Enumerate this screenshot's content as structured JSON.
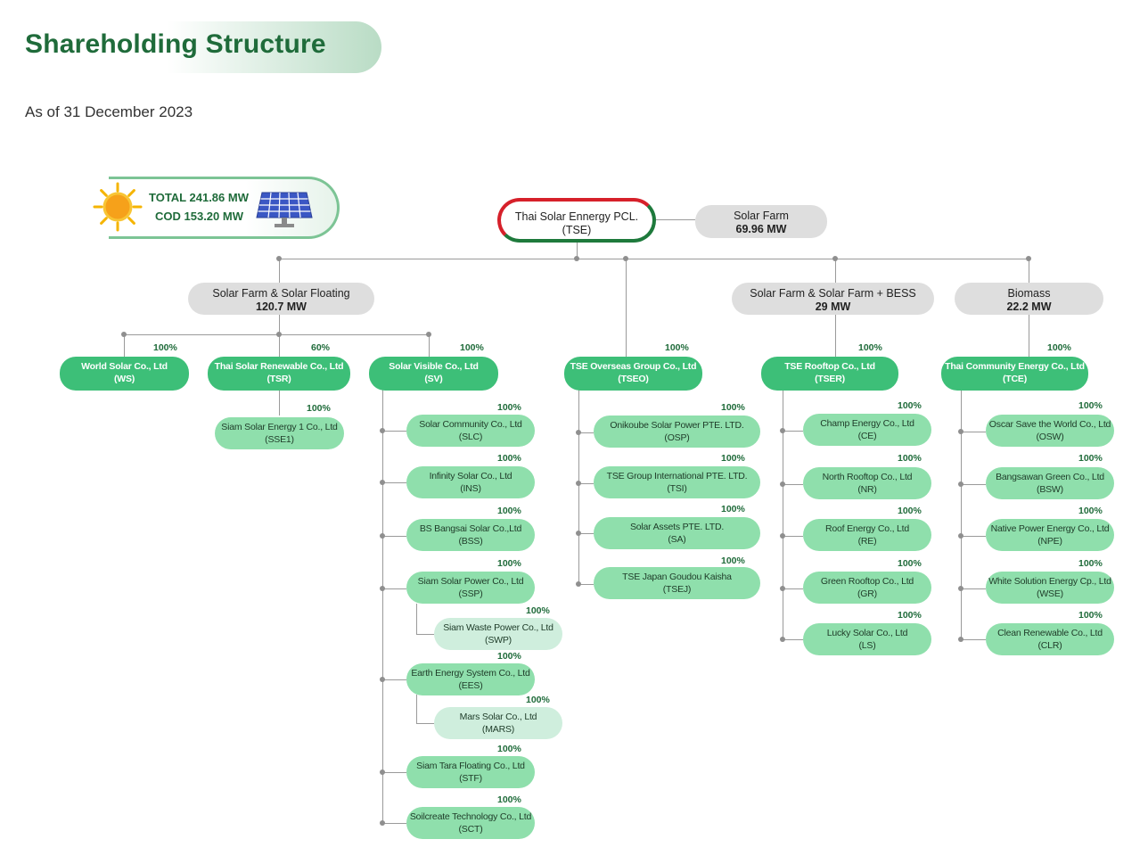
{
  "header": {
    "title": "Shareholding Structure",
    "subtitle": "As of 31 December 2023"
  },
  "summary": {
    "total": "TOTAL 241.86 MW",
    "cod": "COD 153.20 MW",
    "icons": [
      "sun-icon",
      "solar-panel-icon"
    ]
  },
  "root": {
    "name": "Thai Solar Ennergy PCL.",
    "code": "(TSE)"
  },
  "root_category": {
    "name": "Solar Farm",
    "capacity": "69.96 MW"
  },
  "categories": [
    {
      "name": "Solar Farm & Solar Floating",
      "capacity": "120.7 MW"
    },
    {
      "name": "Solar Farm & Solar Farm + BESS",
      "capacity": "29 MW"
    },
    {
      "name": "Biomass",
      "capacity": "22.2 MW"
    }
  ],
  "companies": [
    {
      "name": "World Solar Co., Ltd",
      "code": "(WS)",
      "pct": "100%"
    },
    {
      "name": "Thai Solar Renewable Co., Ltd",
      "code": "(TSR)",
      "pct": "60%"
    },
    {
      "name": "Siam Solar Energy 1 Co., Ltd",
      "code": "(SSE1)",
      "pct": "100%"
    },
    {
      "name": "Solar Visible Co., Ltd",
      "code": "(SV)",
      "pct": "100%"
    },
    {
      "name": "Solar Community Co., Ltd",
      "code": "(SLC)",
      "pct": "100%"
    },
    {
      "name": "Infinity Solar Co., Ltd",
      "code": "(INS)",
      "pct": "100%"
    },
    {
      "name": "BS Bangsai Solar Co.,Ltd",
      "code": "(BSS)",
      "pct": "100%"
    },
    {
      "name": "Siam Solar Power Co., Ltd",
      "code": "(SSP)",
      "pct": "100%"
    },
    {
      "name": "Siam Waste Power Co., Ltd",
      "code": "(SWP)",
      "pct": "100%"
    },
    {
      "name": "Earth Energy System Co., Ltd",
      "code": "(EES)",
      "pct": "100%"
    },
    {
      "name": "Mars Solar Co., Ltd",
      "code": "(MARS)",
      "pct": "100%"
    },
    {
      "name": "Siam Tara Floating Co., Ltd",
      "code": "(STF)",
      "pct": "100%"
    },
    {
      "name": "Soilcreate Technology Co., Ltd",
      "code": "(SCT)",
      "pct": "100%"
    },
    {
      "name": "TSE Overseas Group Co., Ltd",
      "code": "(TSEO)",
      "pct": "100%"
    },
    {
      "name": "Onikoube Solar Power PTE. LTD.",
      "code": "(OSP)",
      "pct": "100%"
    },
    {
      "name": "TSE Group International PTE. LTD.",
      "code": "(TSI)",
      "pct": "100%"
    },
    {
      "name": "Solar Assets PTE. LTD.",
      "code": "(SA)",
      "pct": "100%"
    },
    {
      "name": "TSE Japan Goudou Kaisha",
      "code": "(TSEJ)",
      "pct": "100%"
    },
    {
      "name": "TSE Rooftop Co., Ltd",
      "code": "(TSER)",
      "pct": "100%"
    },
    {
      "name": "Champ Energy Co., Ltd",
      "code": "(CE)",
      "pct": "100%"
    },
    {
      "name": "North Rooftop Co., Ltd",
      "code": "(NR)",
      "pct": "100%"
    },
    {
      "name": "Roof Energy Co., Ltd",
      "code": "(RE)",
      "pct": "100%"
    },
    {
      "name": "Green Rooftop Co., Ltd",
      "code": "(GR)",
      "pct": "100%"
    },
    {
      "name": "Lucky Solar Co., Ltd",
      "code": "(LS)",
      "pct": "100%"
    },
    {
      "name": "Thai Community Energy Co., Ltd",
      "code": "(TCE)",
      "pct": "100%"
    },
    {
      "name": "Oscar Save the World Co., Ltd",
      "code": "(OSW)",
      "pct": "100%"
    },
    {
      "name": "Bangsawan Green Co., Ltd",
      "code": "(BSW)",
      "pct": "100%"
    },
    {
      "name": "Native Power Energy Co., Ltd",
      "code": "(NPE)",
      "pct": "100%"
    },
    {
      "name": "White Solution Energy Cp., Ltd",
      "code": "(WSE)",
      "pct": "100%"
    },
    {
      "name": "Clean Renewable Co., Ltd",
      "code": "(CLR)",
      "pct": "100%"
    }
  ],
  "colors": {
    "title": "#1f6b3a",
    "level1": "#3dbf78",
    "level2": "#8fdfac",
    "level3": "#cfeedd",
    "category": "#dedede",
    "root_border_red": "#d6202a",
    "root_border_green": "#1e7a3c"
  }
}
